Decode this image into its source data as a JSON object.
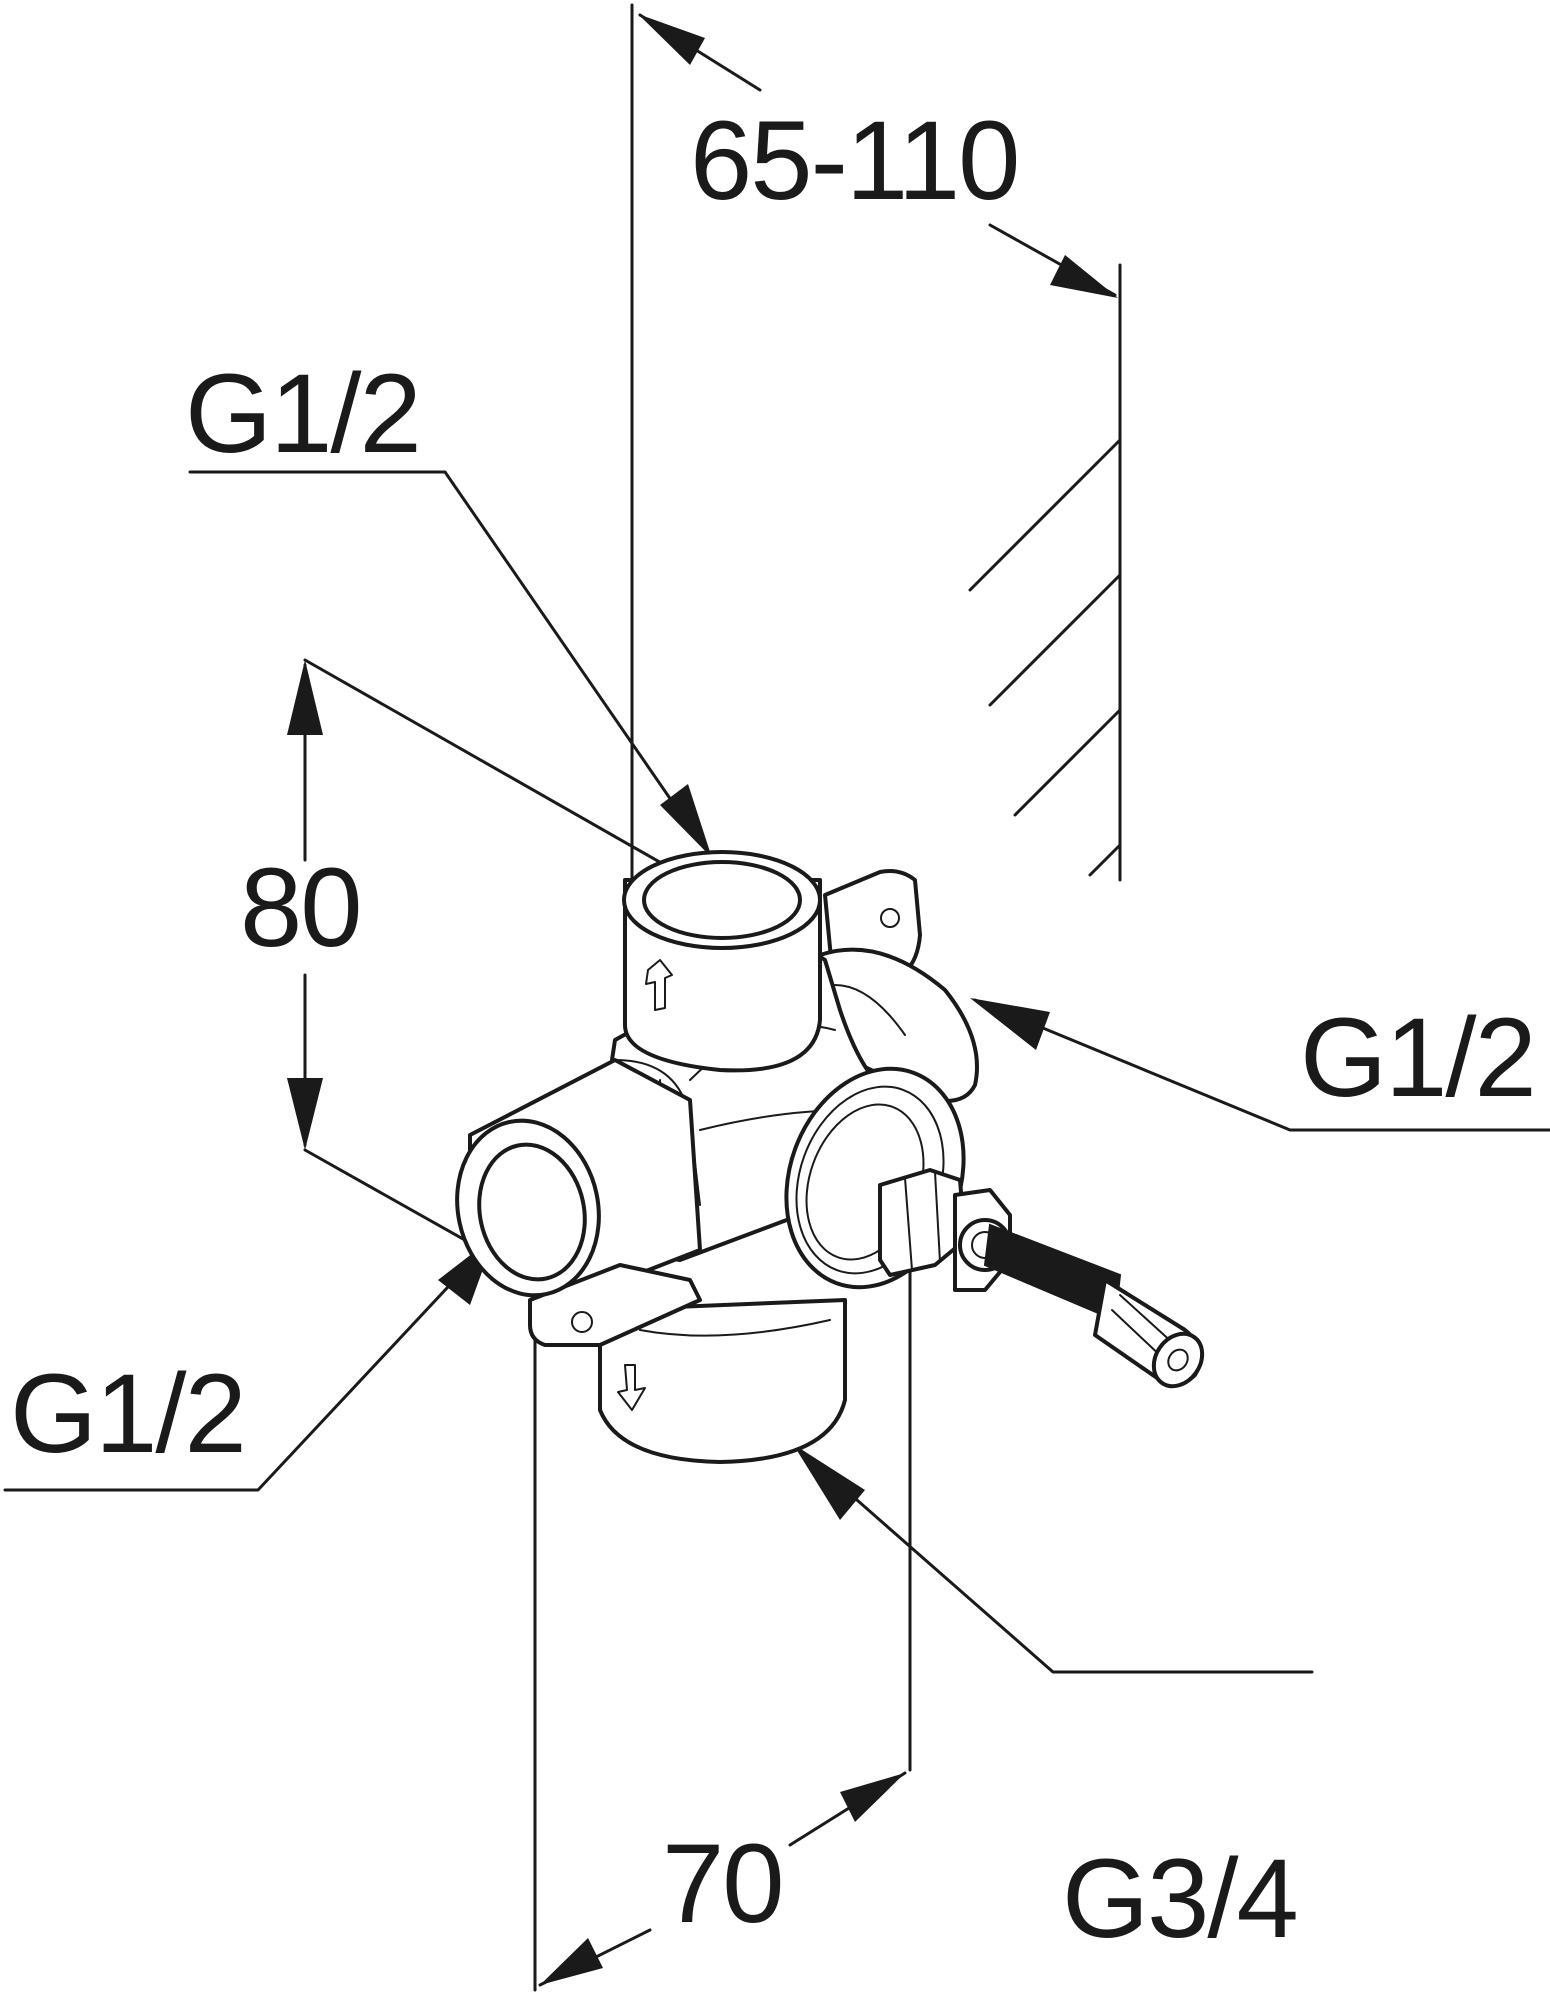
{
  "labels": {
    "depth_range": "65-110",
    "port_top": "G1/2",
    "port_right": "G1/2",
    "port_left": "G1/2",
    "port_bottom": "G3/4",
    "height": "80",
    "width": "70"
  },
  "colors": {
    "ink": "#1a1a1a",
    "background": "#ffffff"
  }
}
